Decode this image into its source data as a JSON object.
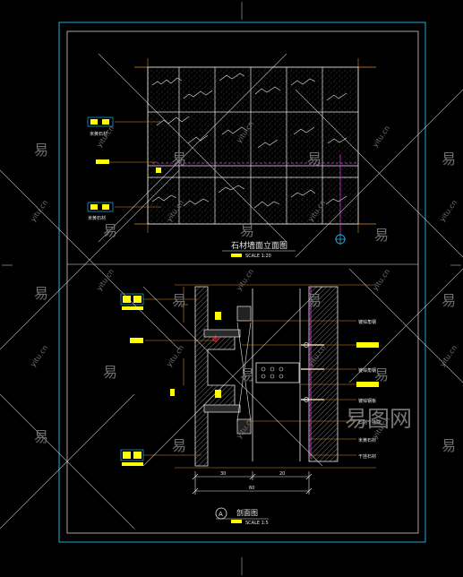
{
  "drawing": {
    "elevation_title": "石材墙面立面图",
    "elevation_scale_tag": "SCALE 1:20",
    "section_title": "剖面图",
    "section_scale_tag": "SCALE 1:5",
    "section_marker_number": "A",
    "elevation_left_tags": [
      "米黄石材",
      "米黄石材"
    ],
    "section_right_tags": [
      "镀锌角钢",
      "镀锌角钢",
      "镀锌钢板",
      "石材干挂件",
      "米黄石材",
      "干挂石材"
    ],
    "dimension_labels": [
      "30",
      "60",
      "20"
    ]
  },
  "watermark": {
    "brand": "易图网",
    "glyph": "易",
    "domain": "yitu.cn"
  },
  "colors": {
    "background": "#000000",
    "frame": "#29a9e0",
    "leader_orange": "#d98c2b",
    "stone_white": "#e8e8e8",
    "highlight_magenta": "#d22fd2",
    "tag_yellow": "#ffff00",
    "watermark_gray": "#6e6e6e"
  }
}
